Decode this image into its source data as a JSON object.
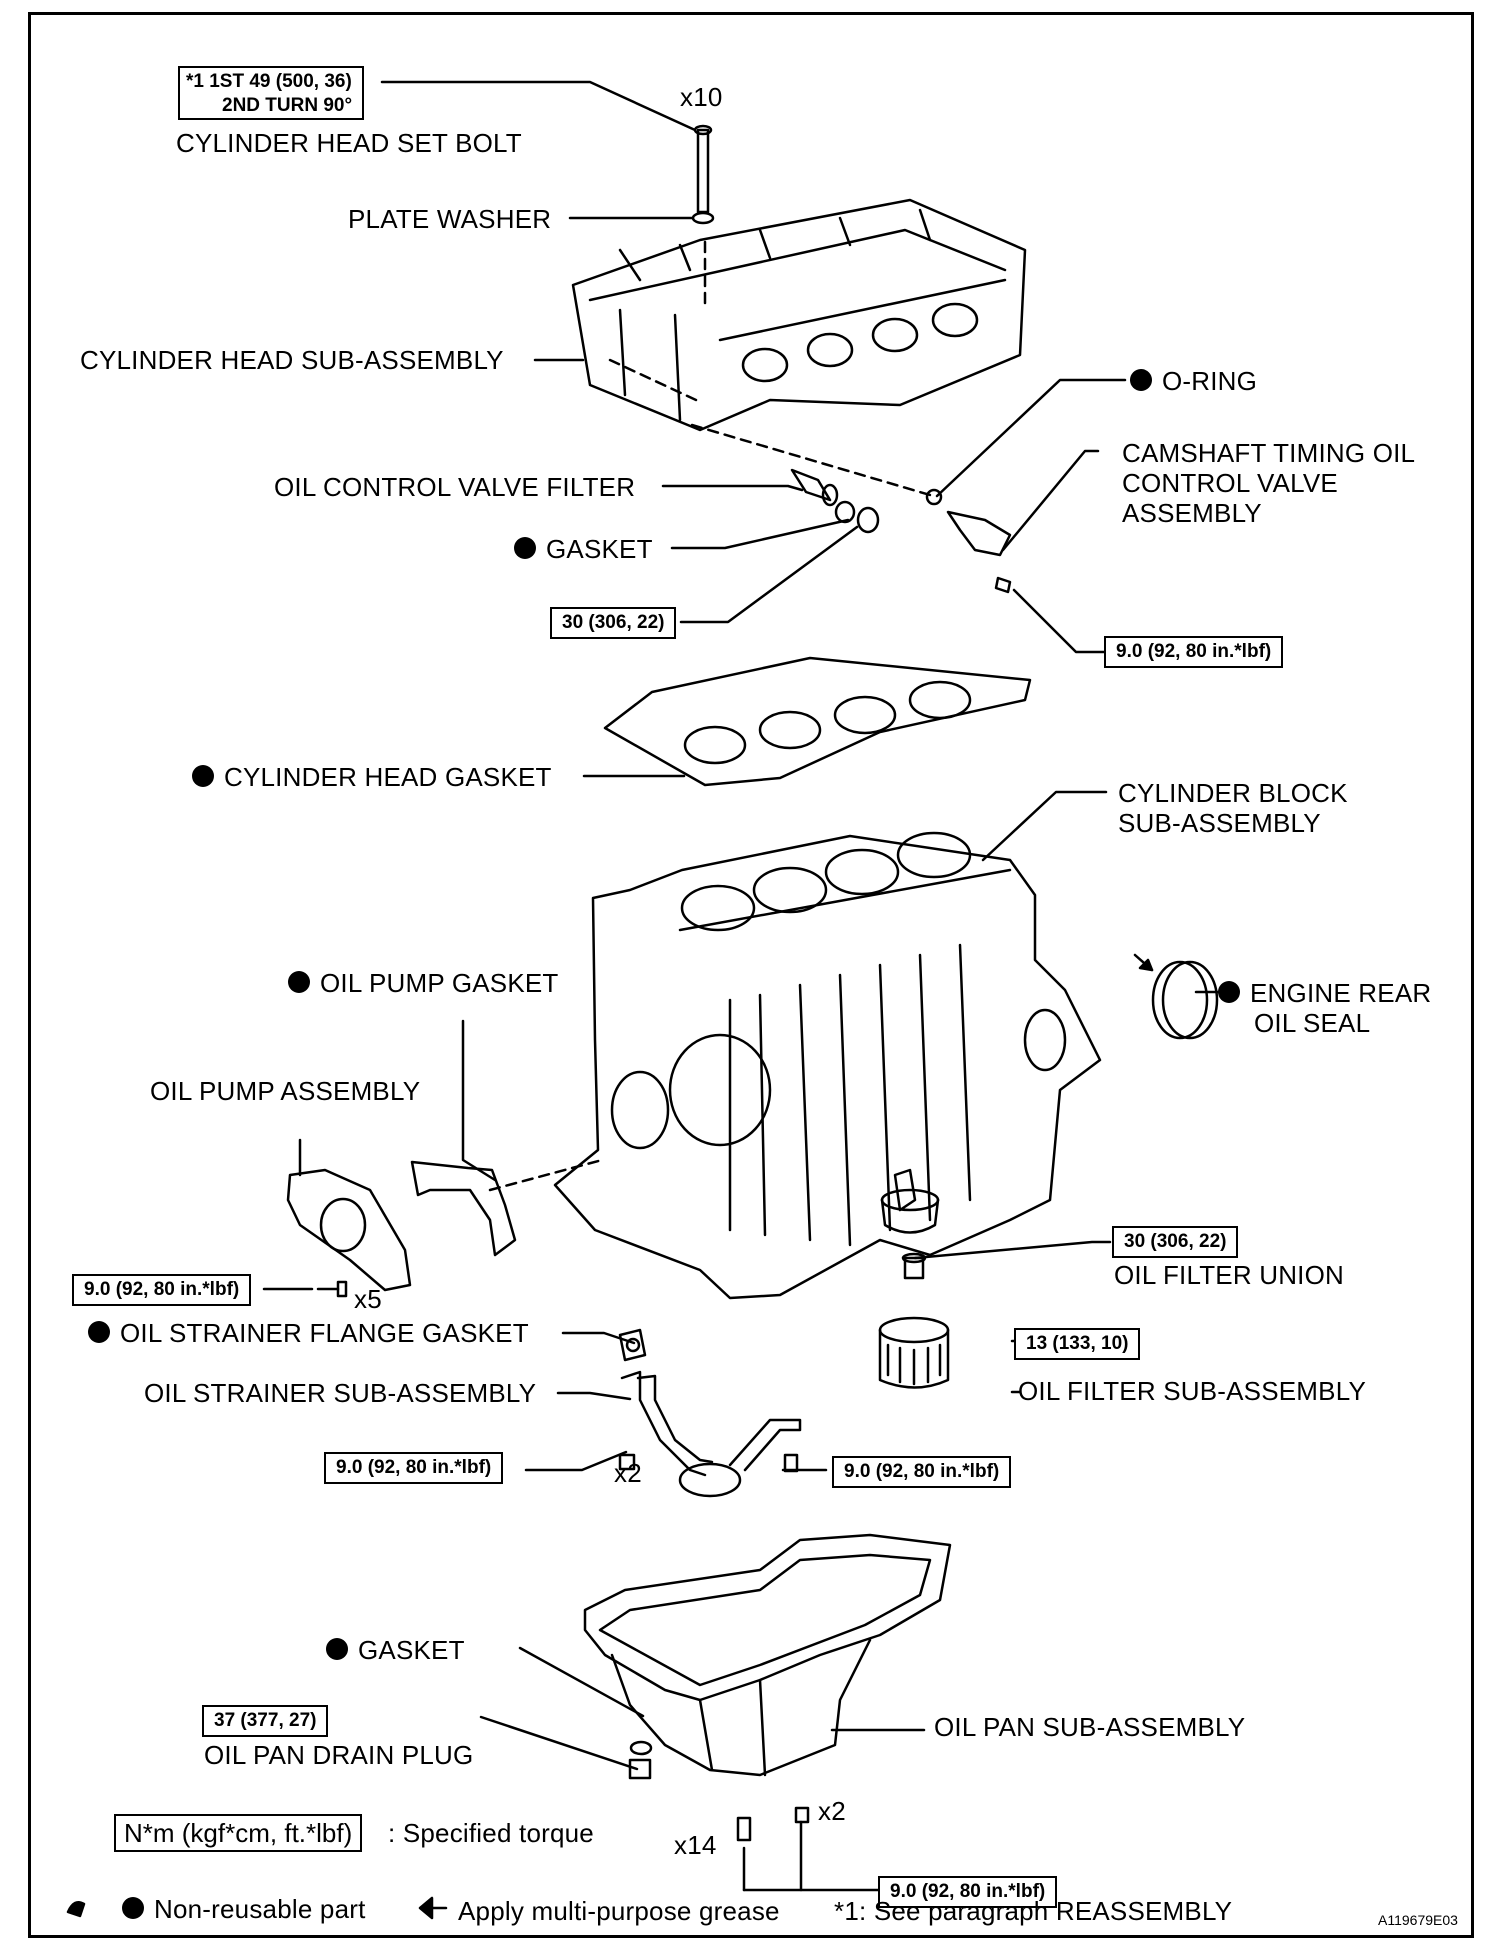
{
  "header_spec": {
    "line1": "*1  1ST 49 (500, 36)",
    "line2": "2ND TURN 90°"
  },
  "labels": {
    "head_bolt": "CYLINDER HEAD SET BOLT",
    "head_bolt_qty": "x10",
    "plate_washer": "PLATE WASHER",
    "head_sub": "CYLINDER HEAD SUB-ASSEMBLY",
    "o_ring": "O-RING",
    "cam_valve_1": "CAMSHAFT  TIMING OIL",
    "cam_valve_2": "CONTROL VALVE",
    "cam_valve_3": "ASSEMBLY",
    "ocv_filter": "OIL CONTROL VALVE FILTER",
    "gasket_top": "GASKET",
    "head_gasket": "CYLINDER HEAD GASKET",
    "block_1": "CYLINDER BLOCK",
    "block_2": "SUB-ASSEMBLY",
    "rear_seal_1": "ENGINE REAR",
    "rear_seal_2": "OIL SEAL",
    "pump_gasket": "OIL PUMP GASKET",
    "pump_assy": "OIL PUMP ASSEMBLY",
    "pump_qty": "x5",
    "filter_union": "OIL FILTER UNION",
    "strainer_gasket": "OIL STRAINER FLANGE GASKET",
    "strainer": "OIL STRAINER SUB-ASSEMBLY",
    "strainer_qty": "x2",
    "filter_sub": "OIL FILTER SUB-ASSEMBLY",
    "pan_gasket": "GASKET",
    "drain_plug": "OIL PAN DRAIN PLUG",
    "pan_sub": "OIL PAN SUB-ASSEMBLY",
    "pan_qty_a": "x14",
    "pan_qty_b": "x2"
  },
  "torques": {
    "t_ocv_plug": "30 (306, 22)",
    "t_cam_bolt": "9.0 (92, 80 in.*lbf)",
    "t_union": "30 (306, 22)",
    "t_pump": "9.0 (92, 80 in.*lbf)",
    "t_filter": "13 (133, 10)",
    "t_strainer_l": "9.0 (92, 80 in.*lbf)",
    "t_strainer_r": "9.0 (92, 80 in.*lbf)",
    "t_drain": "37 (377, 27)",
    "t_pan": "9.0 (92, 80 in.*lbf)"
  },
  "legend": {
    "torque_unit": "N*m (kgf*cm, ft.*lbf)",
    "torque_text": ": Specified torque",
    "nonreuse": "Non-reusable part",
    "grease": "Apply multi-purpose grease",
    "note": "*1: See paragraph REASSEMBLY"
  },
  "figure_id": "A119679E03"
}
